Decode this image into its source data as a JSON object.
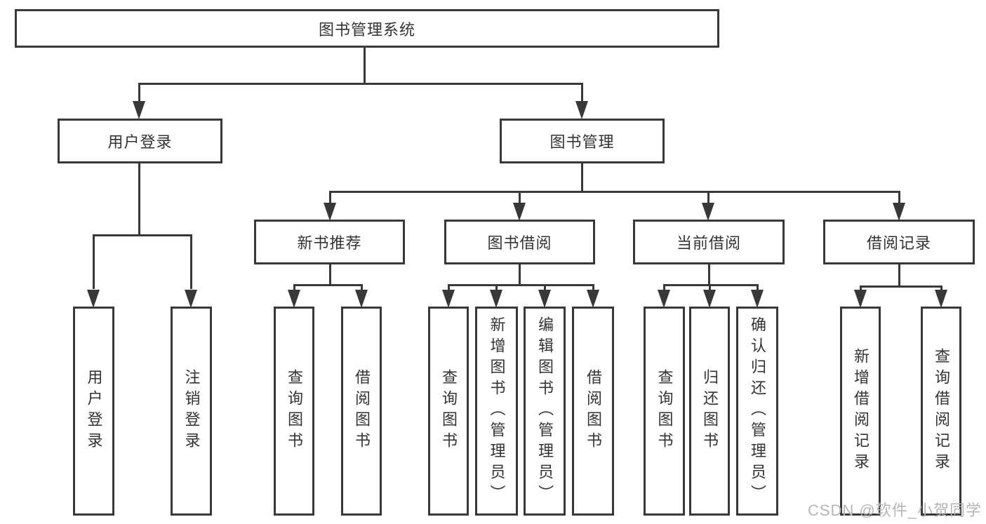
{
  "diagram": {
    "type": "hierarchy-tree",
    "orientation": "top-down"
  },
  "nodes": {
    "root": {
      "label": "图书管理系统"
    },
    "level1": [
      {
        "label": "用户登录"
      },
      {
        "label": "图书管理"
      }
    ],
    "level2": [
      {
        "label": "新书推荐"
      },
      {
        "label": "图书借阅"
      },
      {
        "label": "当前借阅"
      },
      {
        "label": "借阅记录"
      }
    ],
    "leaves": {
      "login": [
        {
          "label": "用户登录"
        },
        {
          "label": "注销登录"
        }
      ],
      "recommend": [
        {
          "label": "查询图书"
        },
        {
          "label": "借阅图书"
        }
      ],
      "borrow": [
        {
          "label": "查询图书"
        },
        {
          "label": "新增图书（管理员）"
        },
        {
          "label": "编辑图书（管理员）"
        },
        {
          "label": "借阅图书"
        }
      ],
      "current": [
        {
          "label": "查询图书"
        },
        {
          "label": "归还图书"
        },
        {
          "label": "确认归还（管理员）"
        }
      ],
      "records": [
        {
          "label": "新增借阅记录"
        },
        {
          "label": "查询借阅记录"
        }
      ]
    }
  },
  "watermark": {
    "text": "CSDN @软件_小贺同学"
  },
  "colors": {
    "line": "#383838",
    "text": "#333333",
    "background": "#ffffff",
    "watermark": "#b5b5b5"
  }
}
